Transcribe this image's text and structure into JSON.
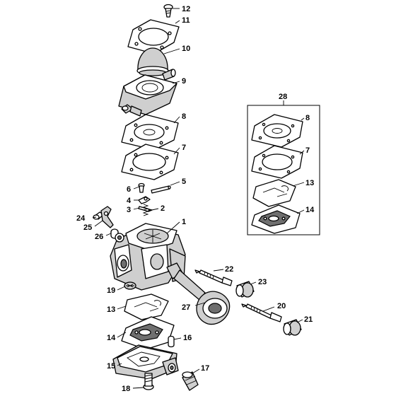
{
  "kit_label": "28",
  "callouts": {
    "p12": "12",
    "p11": "11",
    "p10": "10",
    "p9": "9",
    "p8": "8",
    "p7": "7",
    "p6": "6",
    "p5": "5",
    "p4": "4",
    "p3": "3",
    "p2": "2",
    "p1": "1",
    "p24": "24",
    "p25": "25",
    "p26": "26",
    "p22": "22",
    "p23": "23",
    "p27": "27",
    "p20": "20",
    "p21": "21",
    "p19": "19",
    "p13": "13",
    "p14": "14",
    "p16": "16",
    "p15": "15",
    "p17": "17",
    "p18": "18",
    "k8": "8",
    "k7": "7",
    "k13": "13",
    "k14": "14"
  }
}
